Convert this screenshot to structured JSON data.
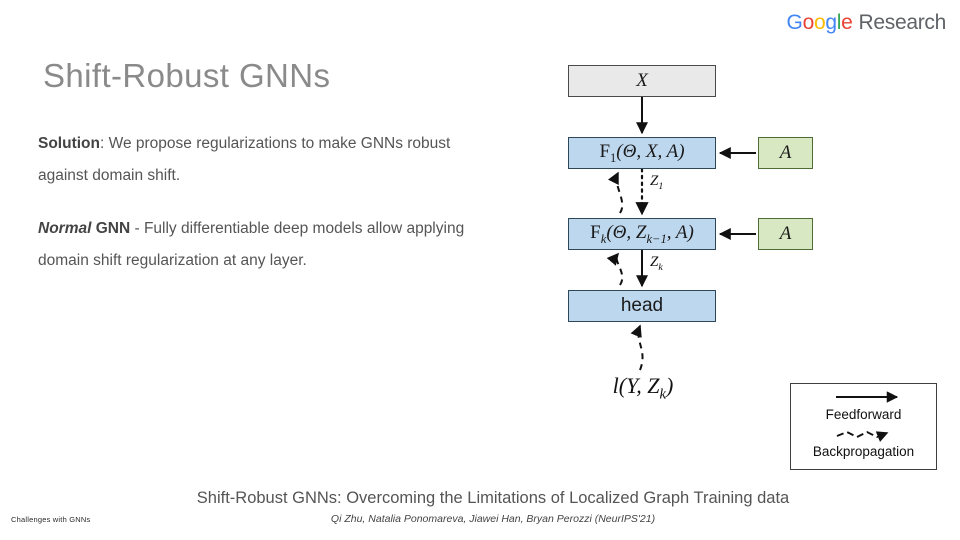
{
  "brand": {
    "google_letters": [
      {
        "char": "G",
        "color": "#4285F4"
      },
      {
        "char": "o",
        "color": "#EA4335"
      },
      {
        "char": "o",
        "color": "#FBBC05"
      },
      {
        "char": "g",
        "color": "#4285F4"
      },
      {
        "char": "l",
        "color": "#34A853"
      },
      {
        "char": "e",
        "color": "#EA4335"
      }
    ],
    "research_label": "Research"
  },
  "slide": {
    "title": "Shift-Robust GNNs",
    "section_label": "Challenges with GNNs",
    "paragraphs": {
      "solution_lead": "Solution",
      "solution_rest": ": We propose regularizations to make GNNs robust against domain shift.",
      "normal_lead_italic": "Normal",
      "normal_lead_bold": "GNN",
      "normal_rest": " - Fully differentiable deep models allow applying domain shift regularization at any layer."
    }
  },
  "diagram": {
    "nodes": [
      {
        "id": "x",
        "label": "X",
        "style": "gray",
        "fill": "#e9e9e9"
      },
      {
        "id": "f1",
        "label": "F",
        "sub": "1",
        "args": "(Θ, X, A)",
        "style": "blue",
        "fill": "#bdd7ee"
      },
      {
        "id": "fk",
        "label": "F",
        "sub": "k",
        "args": "(Θ, Z",
        "args_sub": "k−1",
        "args_tail": ", A)",
        "style": "blue",
        "fill": "#bdd7ee"
      },
      {
        "id": "head",
        "label": "head",
        "style": "blue",
        "fill": "#bdd7ee"
      },
      {
        "id": "a1",
        "label": "A",
        "style": "green",
        "fill": "#d8e8c2"
      },
      {
        "id": "a2",
        "label": "A",
        "style": "green",
        "fill": "#d8e8c2"
      }
    ],
    "edge_labels": {
      "z1_base": "Z",
      "z1_sub": "1",
      "zk_base": "Z",
      "zk_sub": "k"
    },
    "loss": {
      "base": "l(Y, Z",
      "sub": "k",
      "tail": ")"
    }
  },
  "legend": {
    "feedforward": "Feedforward",
    "backpropagation": "Backpropagation"
  },
  "footer": {
    "paper_title": "Shift-Robust GNNs: Overcoming the Limitations of Localized Graph Training data",
    "authors": "Qi Zhu, Natalia Ponomareva, Jiawei Han, Bryan Perozzi (NeurIPS'21)"
  }
}
